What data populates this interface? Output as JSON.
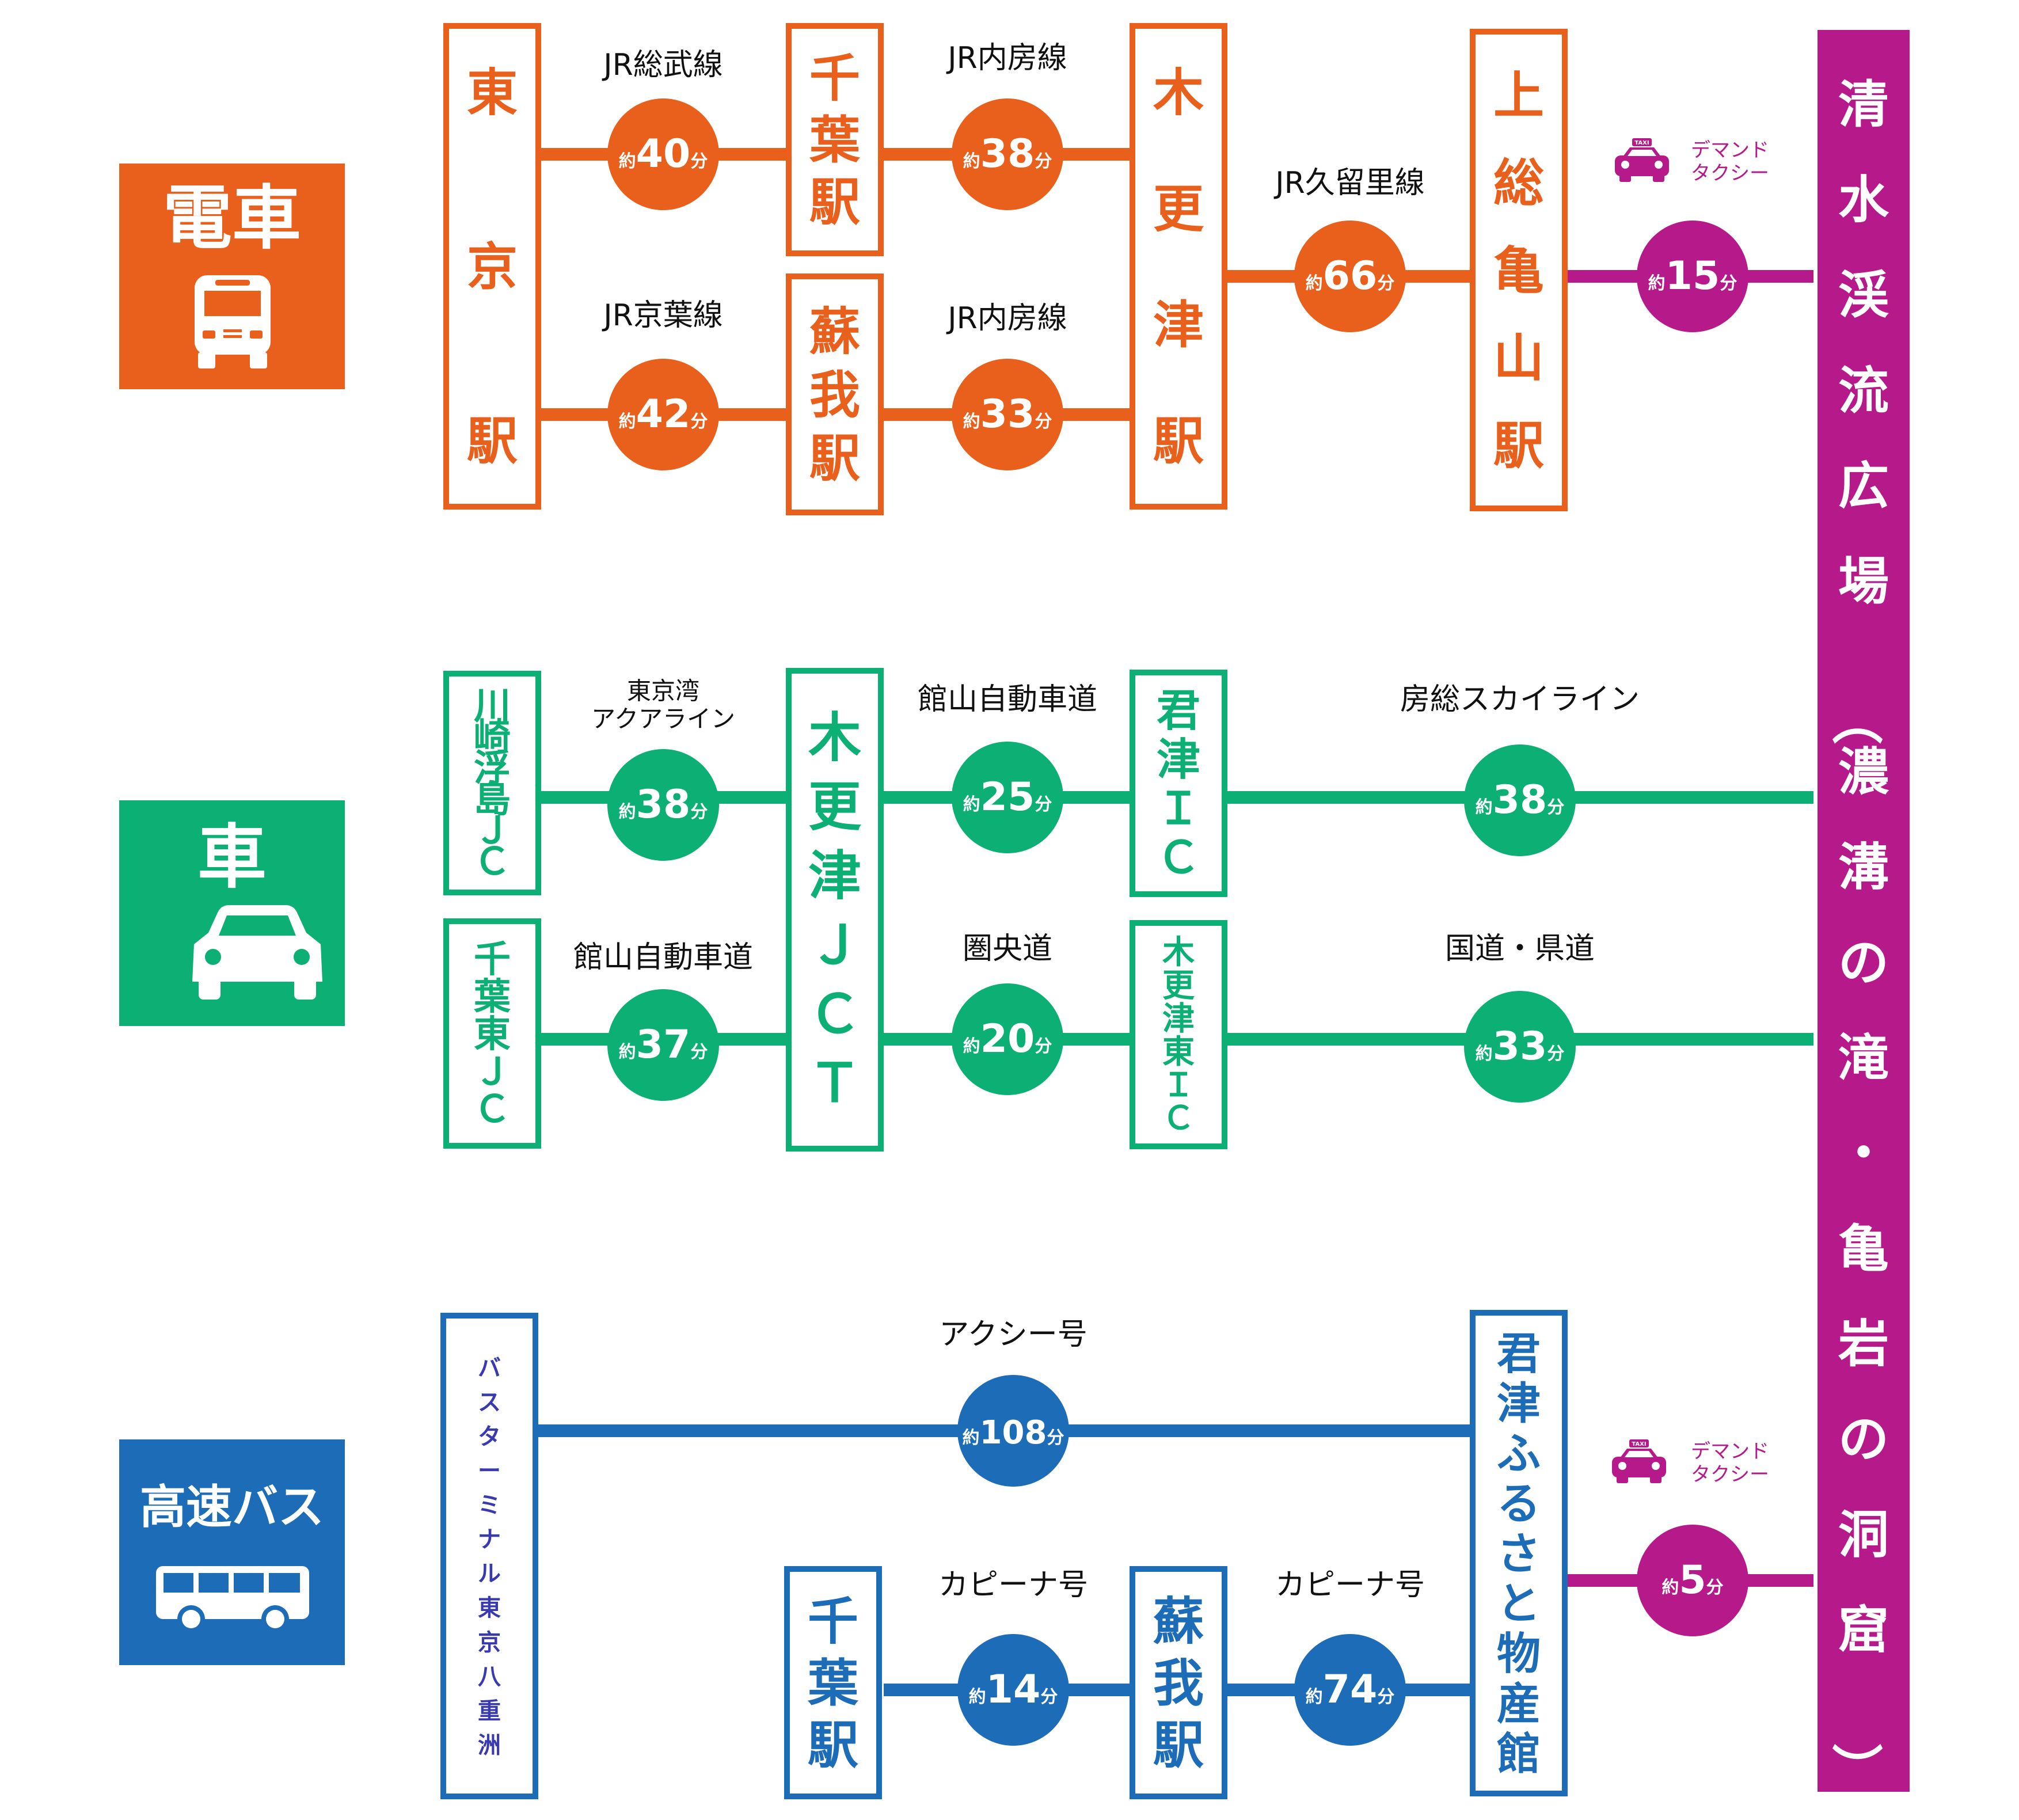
{
  "colors": {
    "train": "#E8601C",
    "car": "#0CAF74",
    "bus": "#1D6CB8",
    "dest": "#B5198A",
    "bus_terminal_text": "#3A3AB0",
    "label_text": "#111111"
  },
  "modes": {
    "train": {
      "label": "電車",
      "icon": "train-icon"
    },
    "car": {
      "label": "車",
      "icon": "car-icon"
    },
    "bus": {
      "label": "高速バス",
      "icon": "bus-icon"
    }
  },
  "destination": {
    "label": "清水渓流広場（濃溝の滝・亀岩の洞窟）"
  },
  "train": {
    "stations": {
      "tokyo": "東京駅",
      "chiba": "千葉駅",
      "soga": "蘇我駅",
      "kisarazu": "木更津駅",
      "kazusa": "上総亀山駅"
    },
    "legs": {
      "tokyo_chiba": {
        "line": "JR総武線",
        "prefix": "約",
        "minutes": "40",
        "unit": "分"
      },
      "tokyo_soga": {
        "line": "JR京葉線",
        "prefix": "約",
        "minutes": "42",
        "unit": "分"
      },
      "chiba_kisarazu": {
        "line": "JR内房線",
        "prefix": "約",
        "minutes": "38",
        "unit": "分"
      },
      "soga_kisarazu": {
        "line": "JR内房線",
        "prefix": "約",
        "minutes": "33",
        "unit": "分"
      },
      "kisarazu_kazusa": {
        "line": "JR久留里線",
        "prefix": "約",
        "minutes": "66",
        "unit": "分"
      },
      "kazusa_dest": {
        "line": "デマンド\nタクシー",
        "prefix": "約",
        "minutes": "15",
        "unit": "分",
        "icon": "taxi-icon",
        "icon_text": "TAXI"
      }
    }
  },
  "car": {
    "nodes": {
      "kawasaki": "川崎浮島ＪＣ",
      "chiba_higashi": "千葉東ＪＣ",
      "kisarazu_jct": "木更津ＪＣＴ",
      "kimitsu_ic": "君津ＩＣ",
      "kisarazu_higashi_ic": "木更津東ＩＣ"
    },
    "legs": {
      "kawasaki_jct": {
        "line": "東京湾\nアクアライン",
        "prefix": "約",
        "minutes": "38",
        "unit": "分"
      },
      "chibahigashi_jct": {
        "line": "館山自動車道",
        "prefix": "約",
        "minutes": "37",
        "unit": "分"
      },
      "jct_kimitsu": {
        "line": "館山自動車道",
        "prefix": "約",
        "minutes": "25",
        "unit": "分"
      },
      "jct_kisarazuhigashi": {
        "line": "圏央道",
        "prefix": "約",
        "minutes": "20",
        "unit": "分"
      },
      "kimitsu_dest": {
        "line": "房総スカイライン",
        "prefix": "約",
        "minutes": "38",
        "unit": "分"
      },
      "kisarazuhigashi_dest": {
        "line": "国道・県道",
        "prefix": "約",
        "minutes": "33",
        "unit": "分"
      }
    }
  },
  "bus": {
    "nodes": {
      "terminal": "バスターミナル東京八重洲",
      "chiba": "千葉駅",
      "soga": "蘇我駅",
      "furusato": "君津ふるさと物産館"
    },
    "legs": {
      "terminal_furusato": {
        "line": "アクシー号",
        "prefix": "約",
        "minutes": "108",
        "unit": "分"
      },
      "chiba_soga": {
        "line": "カピーナ号",
        "prefix": "約",
        "minutes": "14",
        "unit": "分"
      },
      "soga_furusato": {
        "line": "カピーナ号",
        "prefix": "約",
        "minutes": "74",
        "unit": "分"
      },
      "furusato_dest": {
        "line": "デマンド\nタクシー",
        "prefix": "約",
        "minutes": "5",
        "unit": "分",
        "icon": "taxi-icon",
        "icon_text": "TAXI"
      }
    }
  }
}
